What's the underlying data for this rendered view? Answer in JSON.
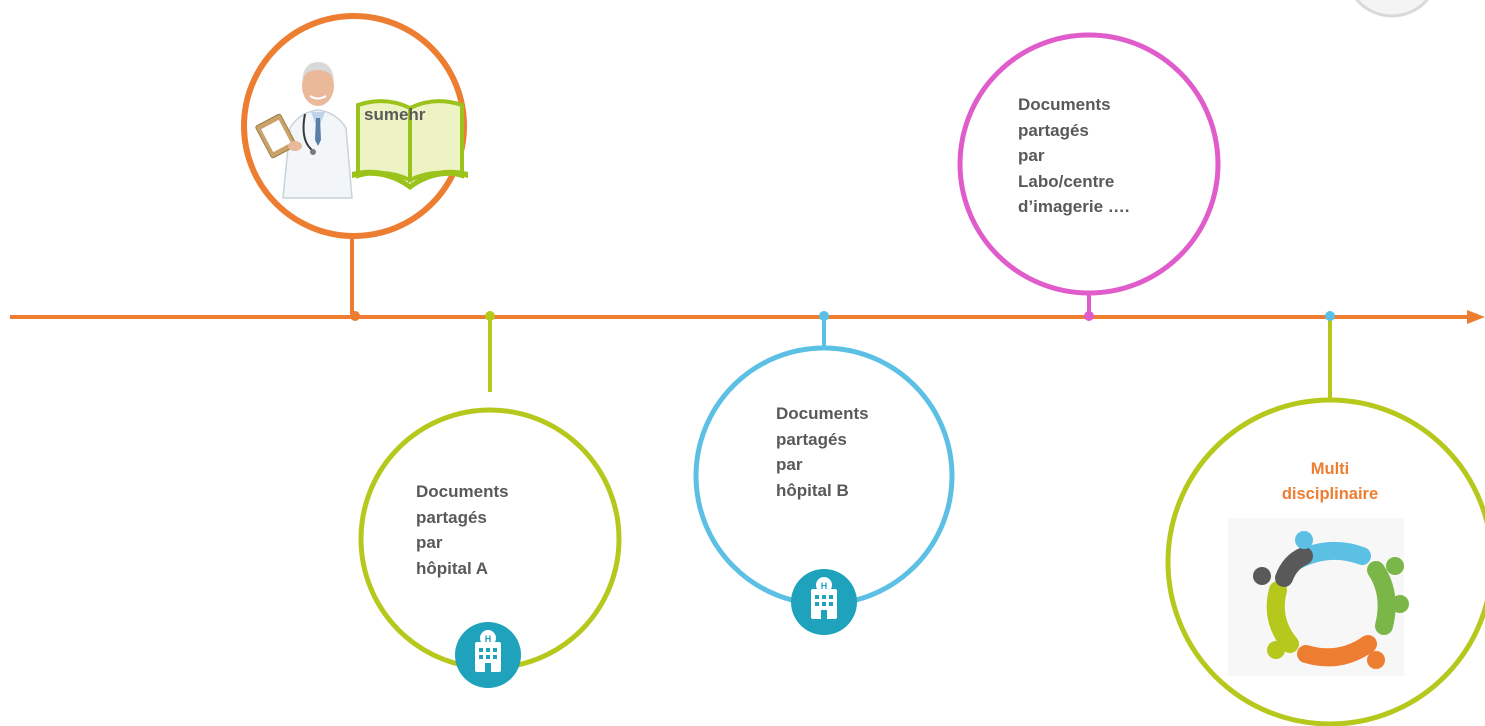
{
  "colors": {
    "timeline": "#ED7D31",
    "sumehr": "#ED7D31",
    "hospital_a": "#B5C81B",
    "hospital_b": "#5BC0E4",
    "labo": "#E05CCB",
    "multi": "#B5C81B",
    "text": "#595959",
    "hospital_icon": "#1FA3BD"
  },
  "nodes": {
    "sumehr": {
      "label": "sumehr",
      "icons": [
        "doctor-icon",
        "open-book-icon"
      ]
    },
    "hospital_a": {
      "text": "Documents\npartagés\npar\nhôpital A",
      "icon": "hospital-icon"
    },
    "hospital_b": {
      "text": "Documents\npartagés\npar\nhôpital B",
      "icon": "hospital-icon"
    },
    "labo": {
      "text": "Documents\npartagés\npar\nLabo/centre\nd’imagerie …."
    },
    "multi": {
      "text": "Multi\ndisciplinaire",
      "icon": "team-circle-icon"
    }
  }
}
